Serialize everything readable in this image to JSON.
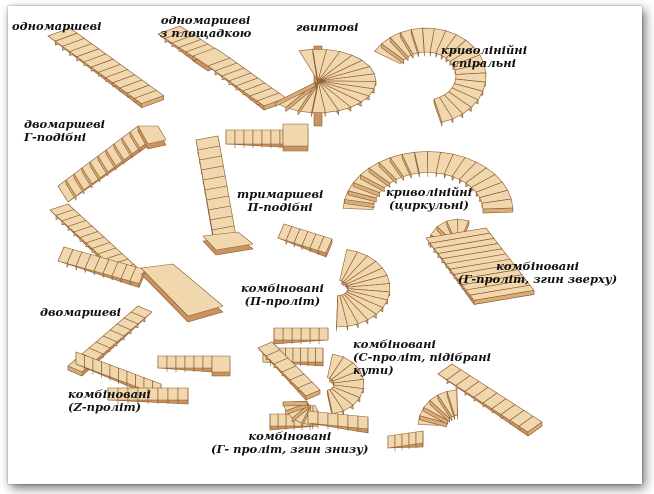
{
  "stair_types": [
    {
      "id": "single-flight",
      "lines": [
        "одномаршеві"
      ]
    },
    {
      "id": "single-flight-landing",
      "lines": [
        "одномаршеві",
        "з площадкою"
      ]
    },
    {
      "id": "spiral-screw",
      "lines": [
        "гвинтові"
      ]
    },
    {
      "id": "curved-spiral",
      "lines": [
        "криволінійні",
        "спіральні"
      ]
    },
    {
      "id": "two-flight-l",
      "lines": [
        "двомаршеві",
        "Г-подібні"
      ]
    },
    {
      "id": "three-flight-u",
      "lines": [
        "тримаршеві",
        "П-подібні"
      ]
    },
    {
      "id": "curved-circular",
      "lines": [
        "криволінійні",
        "(циркульні)"
      ]
    },
    {
      "id": "two-flight",
      "lines": [
        "двомаршеві"
      ]
    },
    {
      "id": "combined-u",
      "lines": [
        "комбіновані",
        "(П-проліт)"
      ]
    },
    {
      "id": "combined-l-top",
      "lines": [
        "комбіновані",
        "(Г-проліт, згин зверху)"
      ]
    },
    {
      "id": "combined-c",
      "lines": [
        "комбіновані",
        "(С-проліт, підібрані",
        "кути)"
      ]
    },
    {
      "id": "combined-z",
      "lines": [
        "комбіновані",
        "(Z-проліт)"
      ]
    },
    {
      "id": "combined-l-bottom",
      "lines": [
        "комбіновані",
        "(Г- проліт, згин знизу)"
      ]
    }
  ],
  "colors": {
    "tread": "#f1d7ae",
    "riser": "#d8ad78",
    "stringer": "#c89360",
    "outline": "#8a5a2e",
    "label": "#111111"
  }
}
